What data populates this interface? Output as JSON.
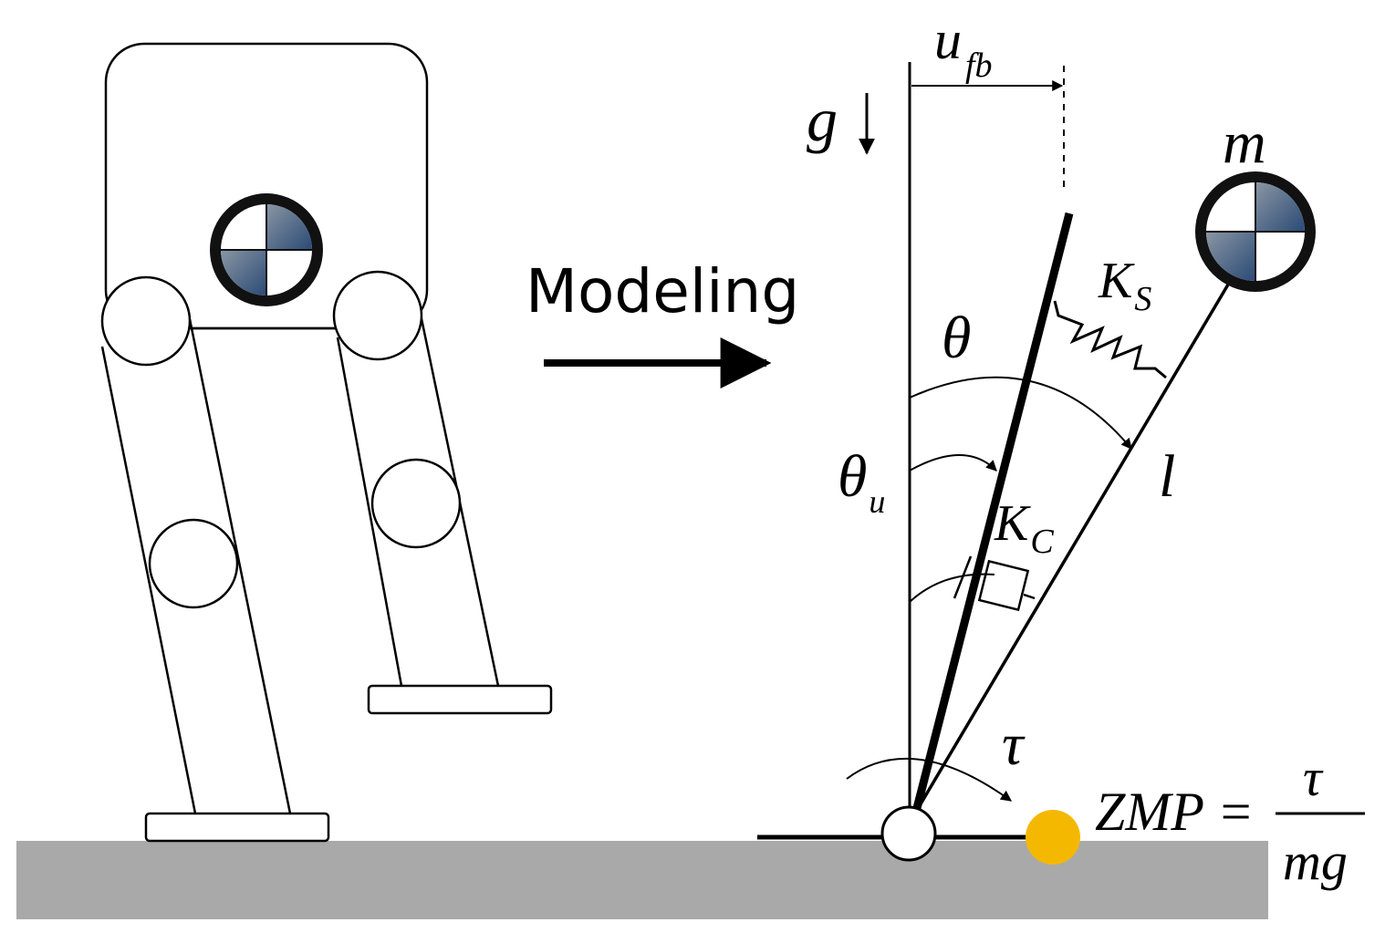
{
  "labels": {
    "modeling": "Modeling",
    "u": "u",
    "u_sub": "fb",
    "g": "g",
    "m": "m",
    "ks": "K",
    "ks_sub": "S",
    "theta": "θ",
    "theta_u": "θ",
    "theta_u_sub": "u",
    "l": "l",
    "kc": "K",
    "kc_sub": "C",
    "tau": "τ",
    "zmp_lhs": "ZMP =",
    "zmp_num": "τ",
    "zmp_den": "mg"
  },
  "colors": {
    "ground": "#a9a9a9",
    "zmp_point": "#f5b800",
    "com_blue": "#2a4a75",
    "com_gray": "#8a96a4"
  }
}
